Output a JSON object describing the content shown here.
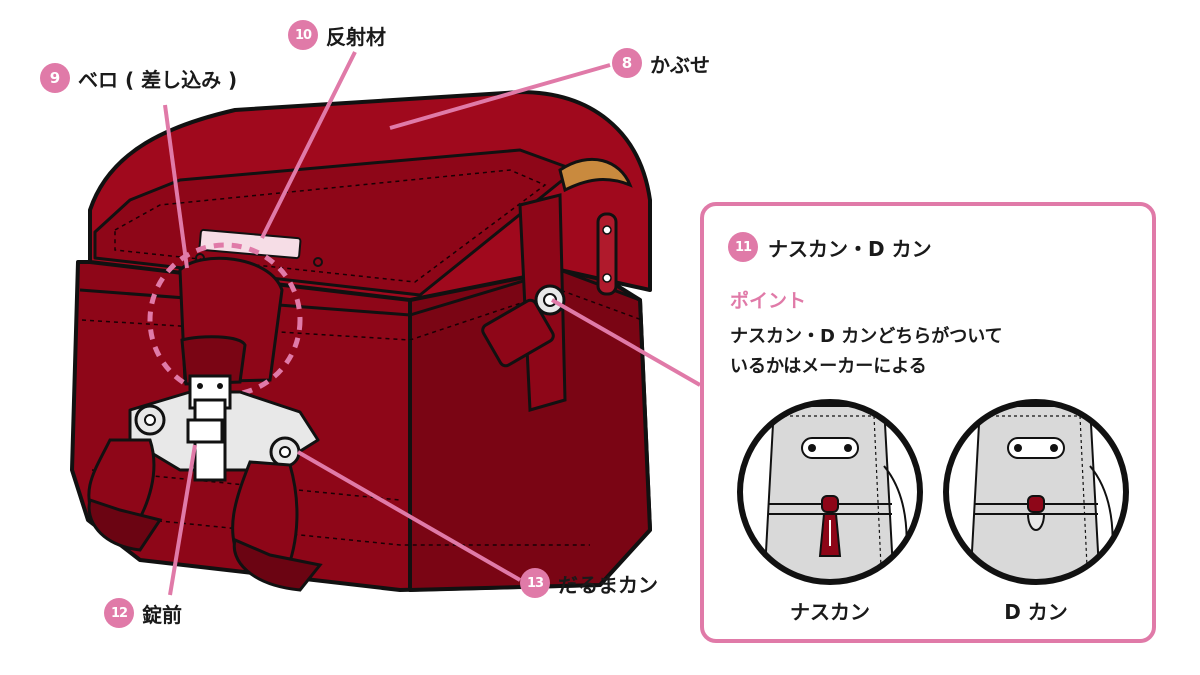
{
  "colors": {
    "accent_pink": "#e07aa8",
    "bag_red": "#8e0618",
    "bag_red_light": "#b01a2c",
    "bag_red_dark": "#6b0412",
    "outline": "#111111",
    "metal": "#e8e8e8",
    "tan": "#c98a3e",
    "panel_gray": "#d9d9d9"
  },
  "labels": [
    {
      "id": "kabuse",
      "number": "8",
      "text": "かぶせ"
    },
    {
      "id": "bero",
      "number": "9",
      "text": "ベロ ( 差し込み )"
    },
    {
      "id": "hanshazai",
      "number": "10",
      "text": "反射材"
    },
    {
      "id": "nasukan",
      "number": "11",
      "text": "ナスカン・D カン"
    },
    {
      "id": "jomae",
      "number": "12",
      "text": "錠前"
    },
    {
      "id": "darumakan",
      "number": "13",
      "text": "だるまカン"
    }
  ],
  "panel": {
    "point_title": "ポイント",
    "point_line1": "ナスカン・D カンどちらがついて",
    "point_line2": "いるかはメーカーによる",
    "caption_left": "ナスカン",
    "caption_right": "D カン"
  },
  "icons": [
    "randoseru-bag-illustration",
    "nasukan-hook-illustration",
    "dkan-ring-illustration"
  ]
}
